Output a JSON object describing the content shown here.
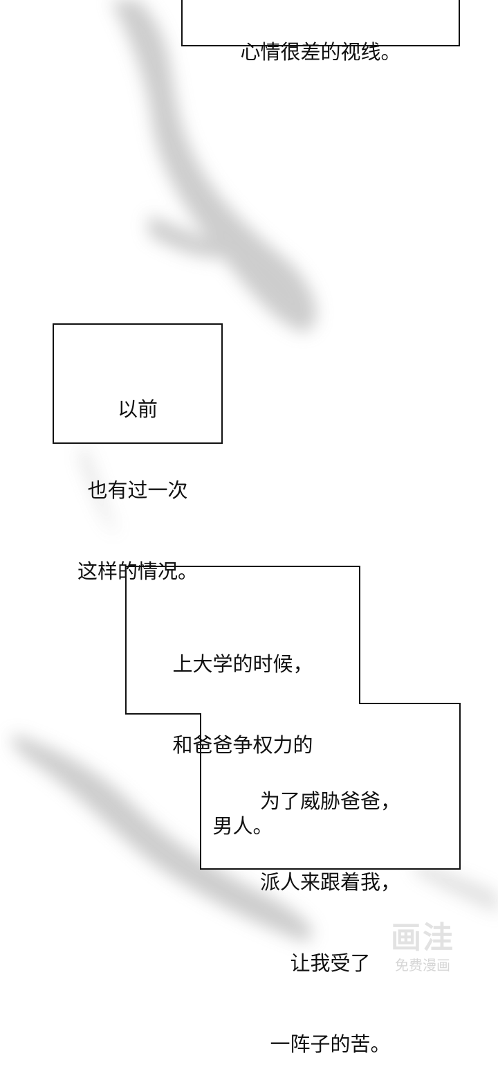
{
  "panels": [
    {
      "lines": [
        "心情很差的视线。"
      ]
    },
    {
      "lines": [
        "以前",
        "也有过一次",
        "这样的情况。"
      ]
    },
    {
      "lines": [
        "上大学的时候，",
        "和爸爸争权力的",
        "男人。"
      ]
    },
    {
      "lines": [
        "为了威胁爸爸，",
        "派人来跟着我，",
        "让我受了",
        "一阵子的苦。"
      ]
    }
  ],
  "watermark": {
    "logo": "画洼",
    "subtitle": "免费漫画"
  }
}
